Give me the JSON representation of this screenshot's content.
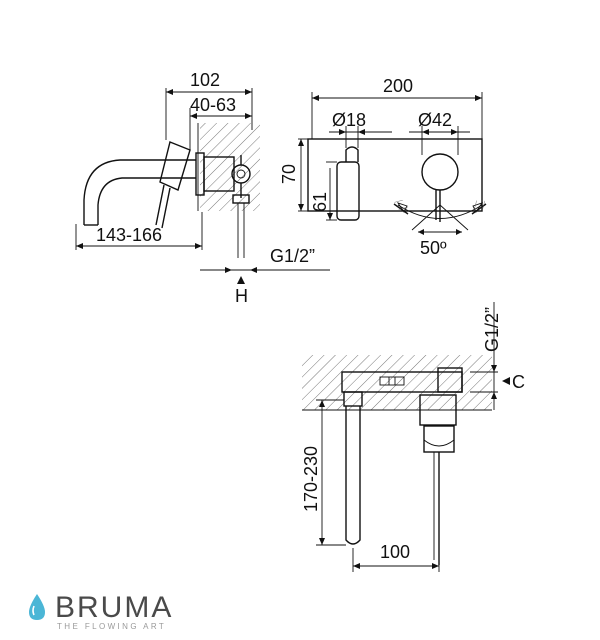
{
  "dimensions": {
    "side_total_depth": "102",
    "side_body_depth": "40-63",
    "side_spout_reach": "143-166",
    "thread_side": "G1/2”",
    "marker_h": "H",
    "front_width": "200",
    "front_d18": "Ø18",
    "front_d42": "Ø42",
    "front_height_70": "70",
    "front_height_61": "61",
    "front_angle": "50º",
    "plan_thread": "G1/2”",
    "marker_c": "C",
    "plan_spout_length": "170-230",
    "plan_centers": "100"
  },
  "brand": {
    "name": "BRUMA",
    "tagline": "THE FLOWING ART",
    "color": "#4bb6d6"
  }
}
